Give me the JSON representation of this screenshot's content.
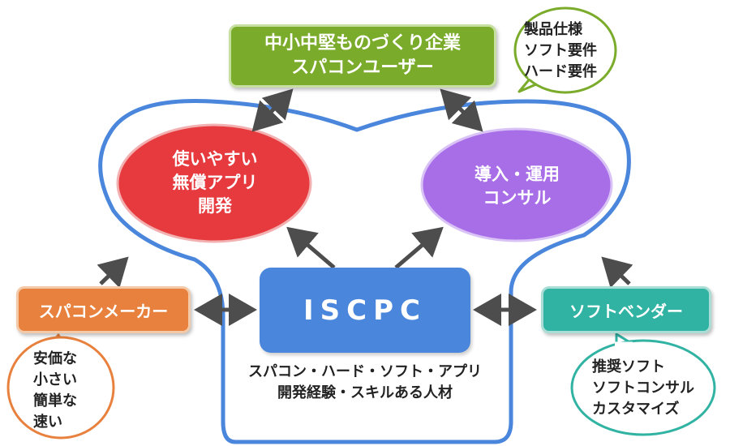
{
  "top_box": {
    "line1": "中小中堅ものづくり企業",
    "line2": "スパコンユーザー"
  },
  "top_bubble": {
    "lines": [
      "製品仕様",
      "ソフト要件",
      "ハード要件"
    ]
  },
  "left_ellipse": {
    "lines": [
      "使いやすい",
      "無償アプリ",
      "開発"
    ]
  },
  "right_ellipse": {
    "lines": [
      "導入・運用",
      "コンサル"
    ]
  },
  "center_box": {
    "label": "ISCPC"
  },
  "center_caption": {
    "line1": "スパコン・ハード・ソフト・アプリ",
    "line2": "開発経験・スキルある人材"
  },
  "left_box": {
    "label": "スパコンメーカー"
  },
  "left_bubble": {
    "lines": [
      "安価な",
      "小さい",
      "簡単な",
      "速い"
    ]
  },
  "right_box": {
    "label": "ソフトベンダー"
  },
  "right_bubble": {
    "lines": [
      "推奨ソフト",
      "ソフトコンサル",
      "カスタマイズ"
    ]
  },
  "colors": {
    "green": "#7aab2a",
    "red": "#e63a3e",
    "purple": "#a86ee8",
    "blue": "#4a86dc",
    "orange": "#e8813e",
    "teal": "#31b3a3",
    "outline": "#4a86dc",
    "arrow": "#4d4d4d"
  }
}
